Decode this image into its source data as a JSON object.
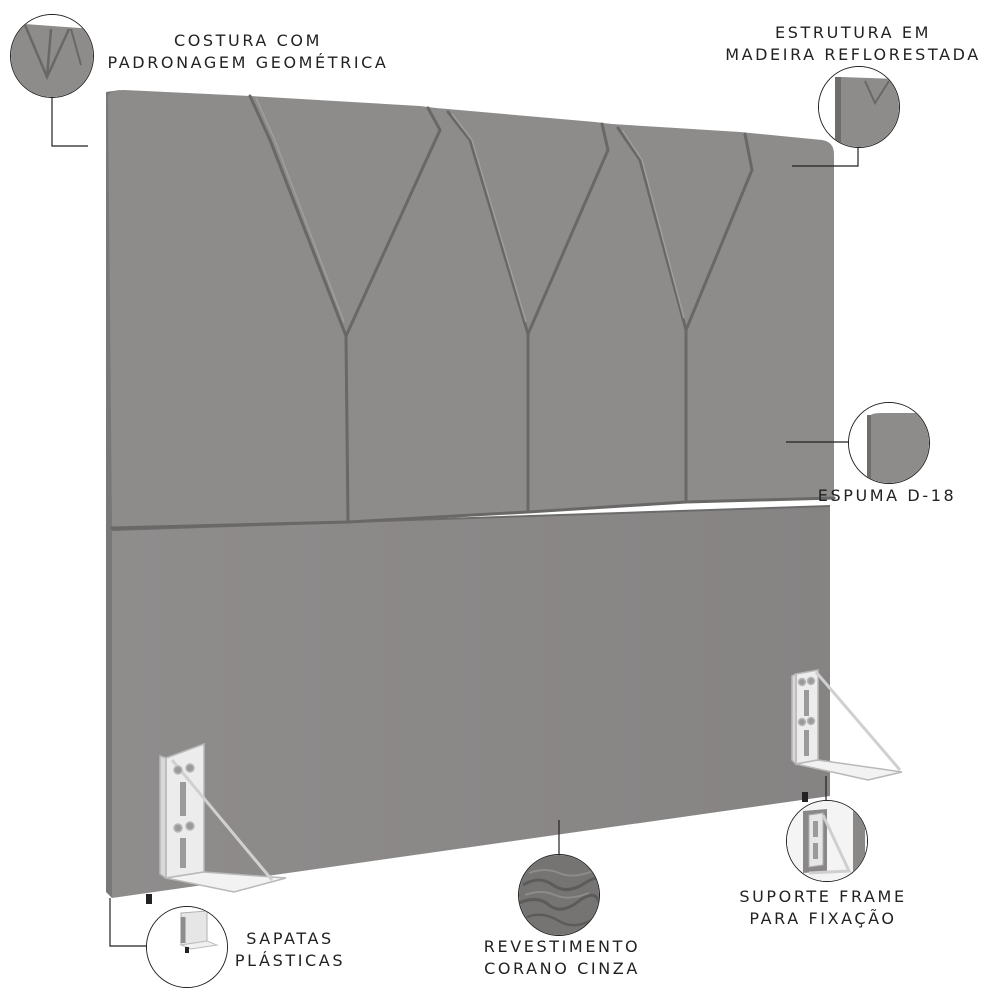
{
  "colors": {
    "upholstery": "#8d8a8a",
    "upholstery_light": "#979494",
    "upholstery_dark": "#6f6c6c",
    "bracket": "#e9e9e9",
    "leader_line": "#222222"
  },
  "callouts": {
    "costura": {
      "lines": [
        "COSTURA COM",
        "PADRONAGEM GEOMÉTRICA"
      ],
      "icon": "geometric-stitching-closeup"
    },
    "estrutura": {
      "lines": [
        "ESTRUTURA EM",
        "MADEIRA REFLORESTADA"
      ],
      "icon": "wood-frame-corner-closeup"
    },
    "espuma": {
      "lines": [
        "ESPUMA D-18"
      ],
      "icon": "foam-edge-closeup"
    },
    "suporte": {
      "lines": [
        "SUPORTE FRAME",
        "PARA FIXAÇÃO"
      ],
      "icon": "metal-bracket-closeup"
    },
    "revestimento": {
      "lines": [
        "REVESTIMENTO",
        "CORANO CINZA"
      ],
      "icon": "leather-texture-closeup"
    },
    "sapatas": {
      "lines": [
        "SAPATAS",
        "PLÁSTICAS"
      ],
      "icon": "plastic-foot-closeup"
    }
  }
}
